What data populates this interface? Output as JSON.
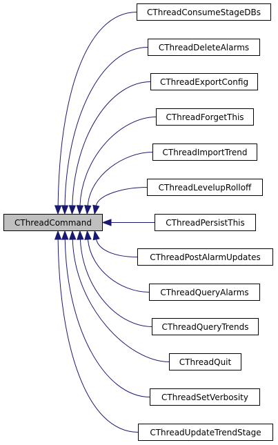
{
  "diagram": {
    "type": "inheritance-graph",
    "colors": {
      "background": "#ffffff",
      "edge": "#191970",
      "base_fill": "#bfbfbf",
      "node_fill": "#ffffff",
      "border": "#000000",
      "text": "#000000"
    },
    "base_class": {
      "label": "CThreadCommand"
    },
    "derived_classes": [
      {
        "label": "CThreadConsumeStageDBs"
      },
      {
        "label": "CThreadDeleteAlarms"
      },
      {
        "label": "CThreadExportConfig"
      },
      {
        "label": "CThreadForgetThis"
      },
      {
        "label": "CThreadImportTrend"
      },
      {
        "label": "CThreadLevelupRolloff"
      },
      {
        "label": "CThreadPersistThis"
      },
      {
        "label": "CThreadPostAlarmUpdates"
      },
      {
        "label": "CThreadQueryAlarms"
      },
      {
        "label": "CThreadQueryTrends"
      },
      {
        "label": "CThreadQuit"
      },
      {
        "label": "CThreadSetVerbosity"
      },
      {
        "label": "CThreadUpdateTrendStage"
      }
    ]
  }
}
